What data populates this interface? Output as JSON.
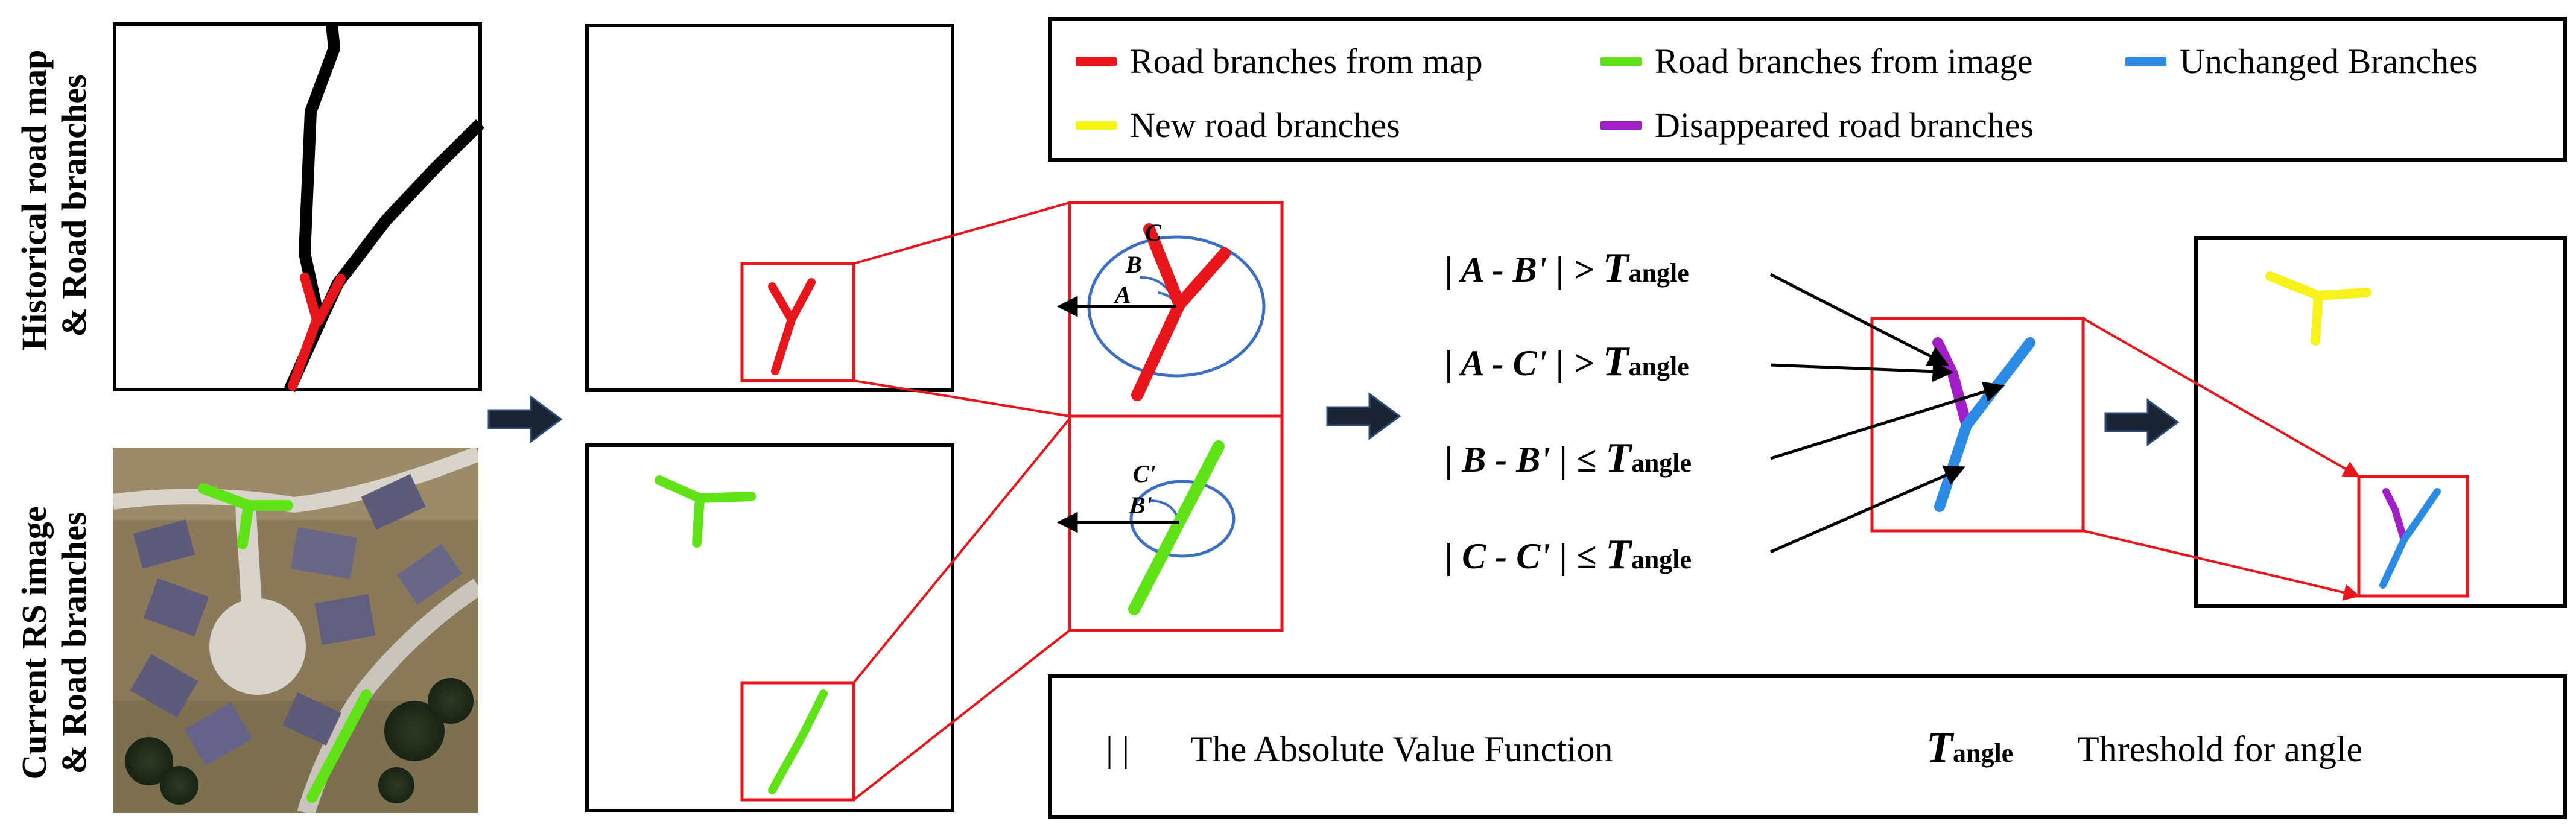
{
  "side_labels": {
    "top_line1": "Historical road map",
    "top_line2": "& Road  branches",
    "bottom_line1": "Current RS image",
    "bottom_line2": "& Road branches"
  },
  "legend": {
    "items": [
      {
        "label": "Road branches from map",
        "color": "#e8161b"
      },
      {
        "label": "Road branches from image",
        "color": "#5fe317"
      },
      {
        "label": "Unchanged Branches",
        "color": "#2a8ae6"
      },
      {
        "label": "New road branches",
        "color": "#f7f21c"
      },
      {
        "label": "Disappeared road branches",
        "color": "#a21cc7"
      }
    ]
  },
  "angle_labels": {
    "map": [
      "C",
      "B",
      "A"
    ],
    "image": [
      "C'",
      "B'"
    ]
  },
  "formulas": [
    {
      "lhs": "| A - B' |",
      "op": ">",
      "t": "T",
      "sub": "angle"
    },
    {
      "lhs": "| A - C' |",
      "op": ">",
      "t": "T",
      "sub": "angle"
    },
    {
      "lhs": "| B - B' |",
      "op": "≤",
      "t": "T",
      "sub": "angle"
    },
    {
      "lhs": "| C - C' |",
      "op": "≤",
      "t": "T",
      "sub": "angle"
    }
  ],
  "notes": {
    "abs_symbol": "| |",
    "abs_text": "The  Absolute Value Function",
    "t_symbol": "T",
    "t_sub": "angle",
    "t_text": "Threshold for angle"
  },
  "colors": {
    "map_branch": "#e8161b",
    "image_branch": "#5fe317",
    "unchanged": "#2a8ae6",
    "new": "#f7f21c",
    "disappeared": "#a21cc7",
    "road": "#000000",
    "highlight_box": "#e8161b",
    "arc": "#3b6fc4",
    "flow_arrow": "#1a2433"
  },
  "icons": [
    "flow-arrow-icon",
    "angle-arc-icon",
    "road-branch-icon"
  ]
}
